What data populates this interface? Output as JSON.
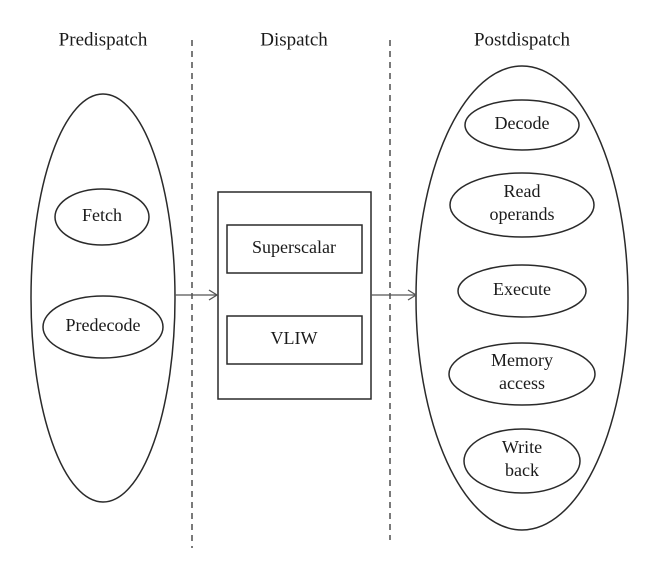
{
  "stages": {
    "predispatch": "Predispatch",
    "dispatch": "Dispatch",
    "postdispatch": "Postdispatch"
  },
  "predispatch_nodes": {
    "fetch": "Fetch",
    "predecode": "Predecode"
  },
  "dispatch_nodes": {
    "superscalar": "Superscalar",
    "vliw": "VLIW"
  },
  "postdispatch_nodes": {
    "decode": "Decode",
    "read_operands": [
      "Read",
      "operands"
    ],
    "execute": "Execute",
    "memory_access": [
      "Memory",
      "access"
    ],
    "write_back": [
      "Write",
      "back"
    ]
  }
}
